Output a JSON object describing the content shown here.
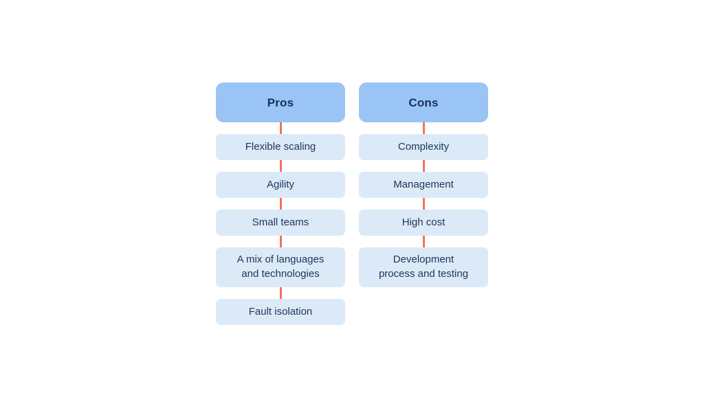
{
  "diagram": {
    "type": "pros-cons-comparison",
    "background_color": "#ffffff",
    "header_color": "#9ac4f5",
    "item_color": "#dceaf8",
    "connector_color": "#f4705a",
    "text_color": "#1d3557",
    "columns": [
      {
        "id": "pros",
        "header": "Pros",
        "items": [
          {
            "label": "Flexible scaling",
            "lines": 1
          },
          {
            "label": "Agility",
            "lines": 1
          },
          {
            "label": "Small teams",
            "lines": 1
          },
          {
            "label": "A mix of languages\nand technologies",
            "lines": 2
          },
          {
            "label": "Fault isolation",
            "lines": 1
          }
        ]
      },
      {
        "id": "cons",
        "header": "Cons",
        "items": [
          {
            "label": "Complexity",
            "lines": 1
          },
          {
            "label": "Management",
            "lines": 1
          },
          {
            "label": "High cost",
            "lines": 1
          },
          {
            "label": "Development\nprocess and testing",
            "lines": 2
          }
        ]
      }
    ]
  }
}
